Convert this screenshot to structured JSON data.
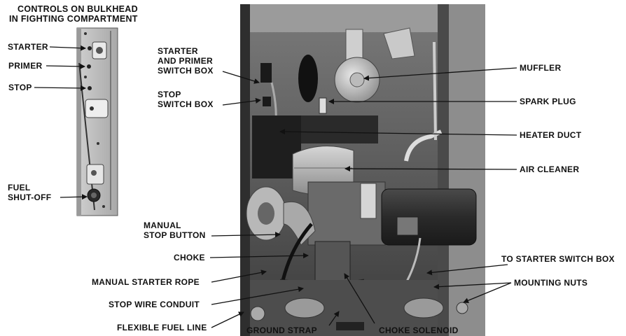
{
  "bulkhead": {
    "title_line1": "CONTROLS ON BULKHEAD",
    "title_line2": "IN FIGHTING COMPARTMENT",
    "starter": "STARTER",
    "primer": "PRIMER",
    "stop": "STOP",
    "fuel_line1": "FUEL",
    "fuel_line2": "SHUT-OFF"
  },
  "engine": {
    "starter_primer_line1": "STARTER",
    "starter_primer_line2": "AND PRIMER",
    "starter_primer_line3": "SWITCH BOX",
    "stop_switch_line1": "STOP",
    "stop_switch_line2": "SWITCH BOX",
    "manual_stop_line1": "MANUAL",
    "manual_stop_line2": "STOP BUTTON",
    "choke": "CHOKE",
    "manual_starter_rope": "MANUAL STARTER ROPE",
    "stop_wire_conduit": "STOP WIRE CONDUIT",
    "flexible_fuel_line": "FLEXIBLE FUEL LINE",
    "ground_strap": "GROUND STRAP",
    "choke_solenoid": "CHOKE SOLENOID",
    "muffler": "MUFFLER",
    "spark_plug": "SPARK PLUG",
    "heater_duct": "HEATER DUCT",
    "air_cleaner": "AIR CLEANER",
    "to_starter_switch_box": "TO STARTER SWITCH BOX",
    "mounting_nuts": "MOUNTING NUTS"
  }
}
